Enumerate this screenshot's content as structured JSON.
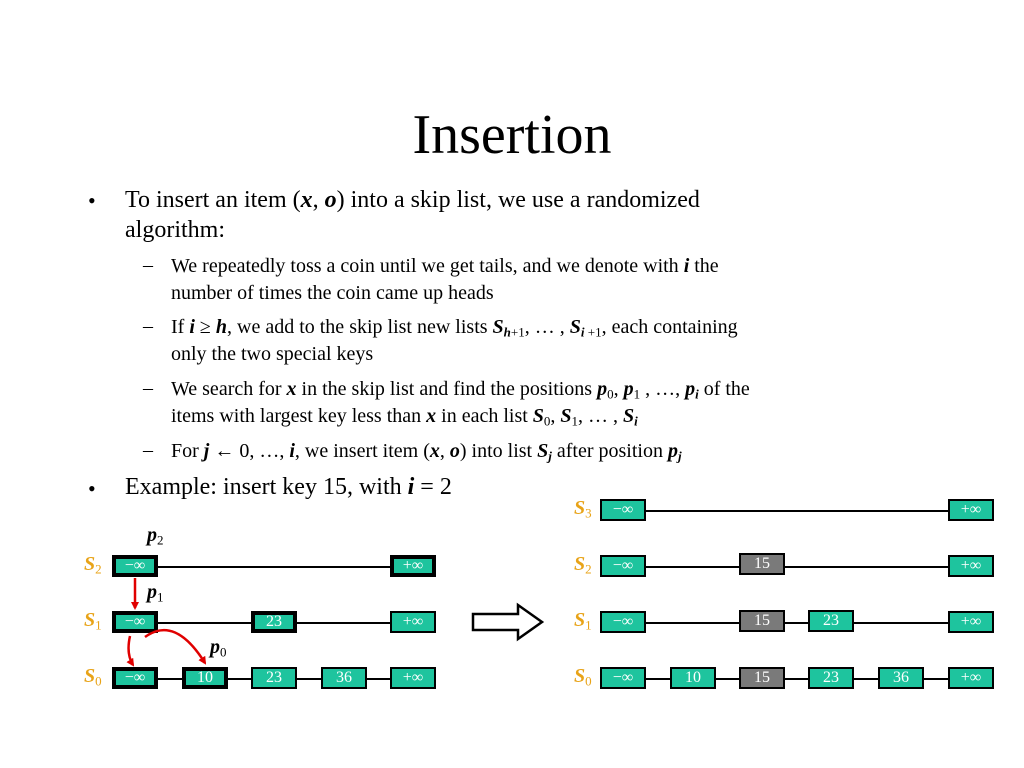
{
  "slide": {
    "title": "Insertion",
    "bullets": {
      "b1_pre": "To insert an item (",
      "b1_x": "x",
      "b1_comma": ", ",
      "b1_o": "o",
      "b1_post": ") into a skip list, we use a randomized",
      "b1_line2": "algorithm:",
      "s1_pre": "We repeatedly toss a coin until we get tails, and we denote with ",
      "s1_i": "i",
      "s1_post": " the",
      "s1_line2": "number of times the coin came up heads",
      "s2_if": "If ",
      "s2_i": "i",
      "s2_ge": " ≥ ",
      "s2_h": "h",
      "s2_mid": ", we add to the skip list new lists ",
      "s2_S1": "S",
      "s2_sub1_h": "h",
      "s2_sub1_rest": "+1",
      "s2_dots": ", … , ",
      "s2_S2": "S",
      "s2_sub2_i": "i",
      "s2_sub2_rest": " +1",
      "s2_post": ", each containing",
      "s2_line2": "only the two special keys",
      "s3_pre": "We search for ",
      "s3_x": "x",
      "s3_mid": " in the skip list and find the positions ",
      "s3_p0": "p",
      "s3_p0_sub": "0",
      "s3_c1": ",  ",
      "s3_p1": "p",
      "s3_p1_sub": "1",
      "s3_c2": " , …, ",
      "s3_pi": "p",
      "s3_pi_sub": "i",
      "s3_post": " of the",
      "s3_l2_pre": "items with largest key less than ",
      "s3_l2_x": "x",
      "s3_l2_mid": " in each list ",
      "s3_S0": "S",
      "s3_S0_sub": "0",
      "s3_c3": ", ",
      "s3_S1": "S",
      "s3_S1_sub": "1",
      "s3_c4": ", … , ",
      "s3_Si": "S",
      "s3_Si_sub": "i",
      "s4_pre": "For ",
      "s4_j": "j",
      "s4_arrow": " ← 0, …, ",
      "s4_i": "i",
      "s4_mid": ", we insert item (",
      "s4_x": "x",
      "s4_comma": ", ",
      "s4_o": "o",
      "s4_mid2": ") into list ",
      "s4_S": "S",
      "s4_Sj": "j",
      "s4_mid3": " after position ",
      "s4_p": "p",
      "s4_pj": "j",
      "b2_pre": "Example: insert key 15, with ",
      "b2_i": "i",
      "b2_post": " = 2"
    }
  },
  "labels": {
    "S": "S",
    "p": "p",
    "sub0": "0",
    "sub1": "1",
    "sub2": "2",
    "sub3": "3"
  },
  "nodes": {
    "neg_inf": "−∞",
    "pos_inf": "+∞",
    "k10": "10",
    "k15": "15",
    "k23": "23",
    "k36": "36"
  },
  "colors": {
    "node_fill": "#1EC49E",
    "new_node_fill": "#7A7A7A",
    "list_label": "#E8A317",
    "pointer_arrow": "#E00000"
  },
  "icons": {
    "bullet": "•",
    "dash": "–",
    "transform_arrow": "right-arrow-outline"
  }
}
